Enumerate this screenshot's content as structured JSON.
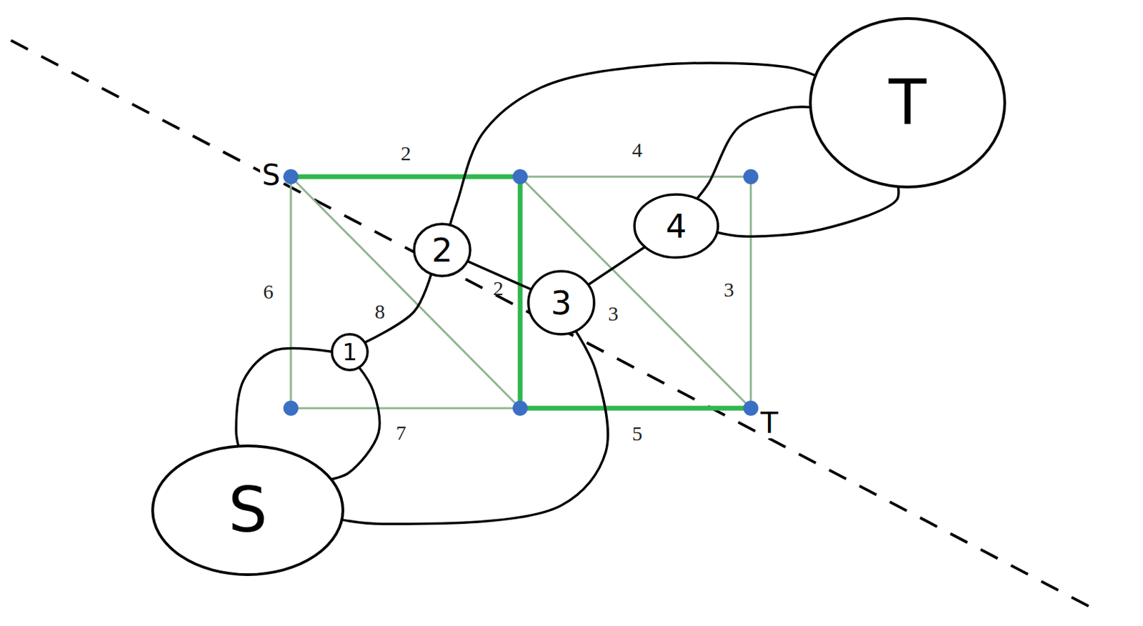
{
  "diagram": {
    "nodes": [
      {
        "text": [
          "2"
        ]
      },
      {
        "text": [
          "4"
        ]
      },
      {
        "text": [
          "3"
        ]
      },
      {
        "text": [
          "1"
        ]
      },
      {
        "text": [
          "T"
        ]
      },
      {
        "text": [
          "S"
        ]
      }
    ],
    "edges": [
      {
        "from": 0,
        "to": 4,
        "arrow": "none"
      },
      {
        "from": 0,
        "to": 2,
        "arrow": "none"
      },
      {
        "from": 0,
        "to": 3,
        "arrow": "none"
      },
      {
        "from": 3,
        "to": 5,
        "arrow": "none"
      },
      {
        "from": 3,
        "to": 5,
        "arrow": "none"
      },
      {
        "from": 2,
        "to": 1,
        "arrow": "none"
      },
      {
        "from": 1,
        "to": 4,
        "arrow": "none"
      },
      {
        "from": 1,
        "to": 4,
        "arrow": "none"
      },
      {
        "from": 2,
        "to": 5,
        "arrow": "none"
      }
    ],
    "labels": [
      "S",
      "T",
      "2",
      "4",
      "6",
      "8",
      "2",
      "3",
      "3",
      "7",
      "5"
    ]
  }
}
